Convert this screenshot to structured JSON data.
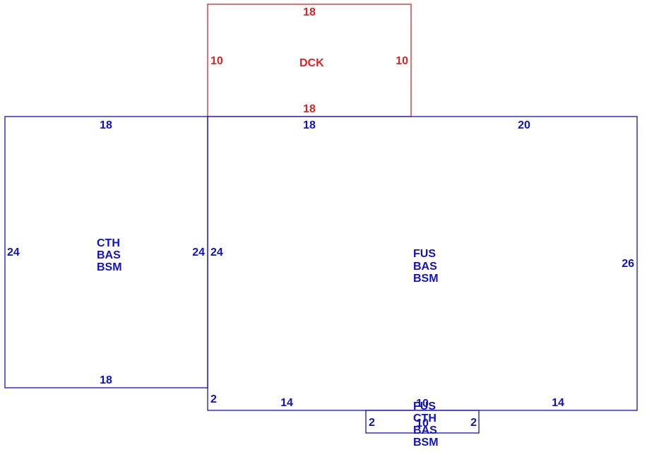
{
  "colors": {
    "deck": "#dd2222",
    "main": "#1010cc"
  },
  "deck": {
    "name": "DCK",
    "top": "18",
    "bottom": "18",
    "left": "10",
    "right": "10"
  },
  "left_room": {
    "codes": [
      "CTH",
      "BAS",
      "BSM"
    ],
    "top": "18",
    "bottom": "18",
    "left": "24",
    "right": "24"
  },
  "main_room": {
    "codes": [
      "FUS",
      "BAS",
      "BSM"
    ],
    "top_left": "18",
    "top_right": "20",
    "left": "24",
    "right": "26",
    "step": "2",
    "bottom_left": "14",
    "bottom_right": "14"
  },
  "bump": {
    "codes": [
      "FUS",
      "CTH",
      "BAS",
      "BSM"
    ],
    "top": "10",
    "bottom": "10",
    "left": "2",
    "right": "2"
  }
}
